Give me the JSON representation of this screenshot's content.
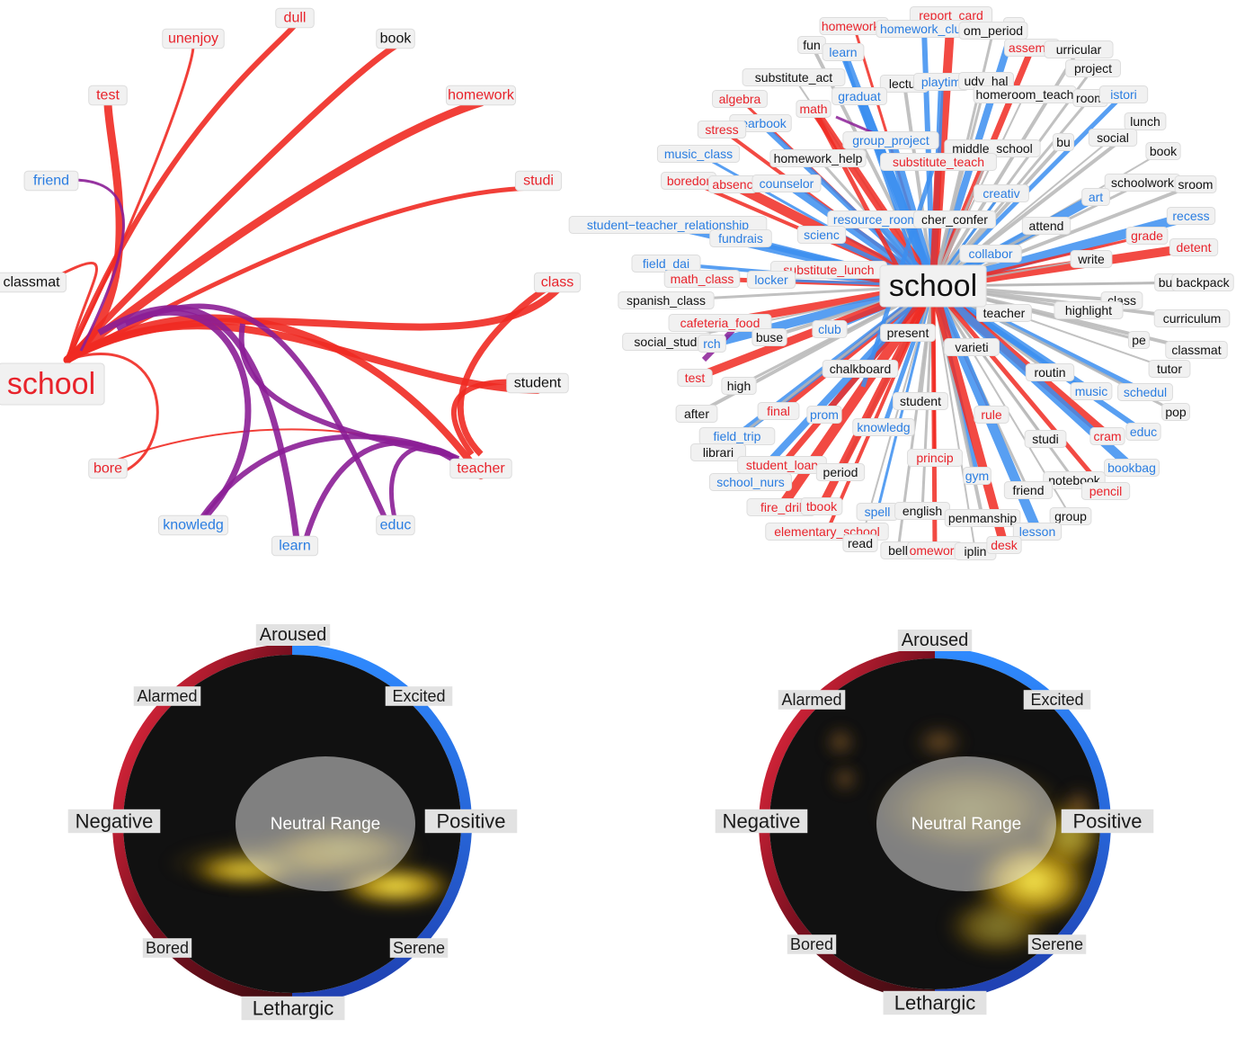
{
  "colors": {
    "negative": "#e8232b",
    "positive": "#2a7de1",
    "neutral": "#111111",
    "mixed": "#8b1e96",
    "edge_red": "#f02a22",
    "edge_blue": "#3b8ef0",
    "edge_gray": "#b6b6b6"
  },
  "arc_graph": {
    "center": {
      "text": "school",
      "sent": "neg"
    },
    "nodes": [
      {
        "text": "dull",
        "sent": "neg"
      },
      {
        "text": "unenjoy",
        "sent": "neg"
      },
      {
        "text": "book",
        "sent": "neu"
      },
      {
        "text": "test",
        "sent": "neg"
      },
      {
        "text": "homework",
        "sent": "neg"
      },
      {
        "text": "friend",
        "sent": "pos"
      },
      {
        "text": "studi",
        "sent": "neg"
      },
      {
        "text": "classmat",
        "sent": "neu"
      },
      {
        "text": "class",
        "sent": "neg"
      },
      {
        "text": "student",
        "sent": "neu"
      },
      {
        "text": "bore",
        "sent": "neg"
      },
      {
        "text": "teacher",
        "sent": "neg"
      },
      {
        "text": "knowledg",
        "sent": "pos"
      },
      {
        "text": "learn",
        "sent": "pos"
      },
      {
        "text": "educ",
        "sent": "pos"
      }
    ]
  },
  "radial_graph": {
    "center": {
      "text": "school"
    },
    "nodes": [
      {
        "text": "homework_",
        "sent": "neg"
      },
      {
        "text": "report_card",
        "sent": "neg"
      },
      {
        "text": "ol",
        "sent": "pos"
      },
      {
        "text": "homework_club",
        "sent": "pos"
      },
      {
        "text": "om_period",
        "sent": "neu"
      },
      {
        "text": "fun",
        "sent": "neu"
      },
      {
        "text": "learn",
        "sent": "pos"
      },
      {
        "text": "assembl",
        "sent": "neg"
      },
      {
        "text": "urricular",
        "sent": "neu"
      },
      {
        "text": "substitute_act",
        "sent": "neu"
      },
      {
        "text": "project",
        "sent": "neu"
      },
      {
        "text": "lectur",
        "sent": "neu"
      },
      {
        "text": "playtim",
        "sent": "pos"
      },
      {
        "text": "udy_hal",
        "sent": "neu"
      },
      {
        "text": "graduat",
        "sent": "pos"
      },
      {
        "text": "homeroom_teach",
        "sent": "neu"
      },
      {
        "text": "room",
        "sent": "neu"
      },
      {
        "text": "istori",
        "sent": "pos"
      },
      {
        "text": "algebra",
        "sent": "neg"
      },
      {
        "text": "math",
        "sent": "neg"
      },
      {
        "text": "lunch",
        "sent": "neu"
      },
      {
        "text": "yearbook",
        "sent": "pos"
      },
      {
        "text": "stress",
        "sent": "neg"
      },
      {
        "text": "group_project",
        "sent": "pos"
      },
      {
        "text": "social",
        "sent": "neu"
      },
      {
        "text": "middle_school",
        "sent": "neu"
      },
      {
        "text": "bu",
        "sent": "neu"
      },
      {
        "text": "music_class",
        "sent": "pos"
      },
      {
        "text": "homework_help",
        "sent": "neu"
      },
      {
        "text": "substitute_teach",
        "sent": "neg"
      },
      {
        "text": "book",
        "sent": "neu"
      },
      {
        "text": "boredor",
        "sent": "neg"
      },
      {
        "text": "absenc",
        "sent": "neg"
      },
      {
        "text": "counselor",
        "sent": "pos"
      },
      {
        "text": "schoolwork",
        "sent": "neu"
      },
      {
        "text": "sroom",
        "sent": "neu"
      },
      {
        "text": "creativ",
        "sent": "pos"
      },
      {
        "text": "art",
        "sent": "pos"
      },
      {
        "text": "resource_room",
        "sent": "pos"
      },
      {
        "text": "cher_confer",
        "sent": "neu"
      },
      {
        "text": "attend",
        "sent": "neu"
      },
      {
        "text": "recess",
        "sent": "pos"
      },
      {
        "text": "student−teacher_relationship",
        "sent": "pos"
      },
      {
        "text": "fundrais",
        "sent": "pos"
      },
      {
        "text": "scienc",
        "sent": "pos"
      },
      {
        "text": "grade",
        "sent": "neg"
      },
      {
        "text": "detent",
        "sent": "neg"
      },
      {
        "text": "collabor",
        "sent": "pos"
      },
      {
        "text": "write",
        "sent": "neu"
      },
      {
        "text": "field_dai",
        "sent": "pos"
      },
      {
        "text": "substitute_lunch",
        "sent": "neg"
      },
      {
        "text": "bus",
        "sent": "neu"
      },
      {
        "text": "backpack",
        "sent": "neu"
      },
      {
        "text": "math_class",
        "sent": "neg"
      },
      {
        "text": "locker",
        "sent": "pos"
      },
      {
        "text": "spanish_class",
        "sent": "neu"
      },
      {
        "text": "class",
        "sent": "neu"
      },
      {
        "text": "teacher",
        "sent": "neu"
      },
      {
        "text": "highlight",
        "sent": "neu"
      },
      {
        "text": "curriculum",
        "sent": "neu"
      },
      {
        "text": "cafeteria_food",
        "sent": "neg"
      },
      {
        "text": "club",
        "sent": "pos"
      },
      {
        "text": "present",
        "sent": "neu"
      },
      {
        "text": "social_studi",
        "sent": "neu"
      },
      {
        "text": "rch",
        "sent": "pos"
      },
      {
        "text": "buse",
        "sent": "neu"
      },
      {
        "text": "varieti",
        "sent": "neu"
      },
      {
        "text": "pe",
        "sent": "neu"
      },
      {
        "text": "classmat",
        "sent": "neu"
      },
      {
        "text": "test",
        "sent": "neg"
      },
      {
        "text": "chalkboard",
        "sent": "neu"
      },
      {
        "text": "routin",
        "sent": "neu"
      },
      {
        "text": "tutor",
        "sent": "neu"
      },
      {
        "text": "high",
        "sent": "neu"
      },
      {
        "text": "music",
        "sent": "pos"
      },
      {
        "text": "schedul",
        "sent": "pos"
      },
      {
        "text": "student",
        "sent": "neu"
      },
      {
        "text": "after",
        "sent": "neu"
      },
      {
        "text": "final",
        "sent": "neg"
      },
      {
        "text": "prom",
        "sent": "pos"
      },
      {
        "text": "knowledg",
        "sent": "pos"
      },
      {
        "text": "rule",
        "sent": "neg"
      },
      {
        "text": "pop",
        "sent": "neu"
      },
      {
        "text": "field_trip",
        "sent": "pos"
      },
      {
        "text": "educ",
        "sent": "pos"
      },
      {
        "text": "librari",
        "sent": "neu"
      },
      {
        "text": "cram",
        "sent": "neg"
      },
      {
        "text": "studi",
        "sent": "neu"
      },
      {
        "text": "student_loan",
        "sent": "neg"
      },
      {
        "text": "period",
        "sent": "neu"
      },
      {
        "text": "princip",
        "sent": "neg"
      },
      {
        "text": "bookbag",
        "sent": "pos"
      },
      {
        "text": "school_nurs",
        "sent": "pos"
      },
      {
        "text": "gym",
        "sent": "pos"
      },
      {
        "text": "notebook",
        "sent": "neu"
      },
      {
        "text": "fire_dril",
        "sent": "neg"
      },
      {
        "text": "tbook",
        "sent": "neg"
      },
      {
        "text": "friend",
        "sent": "neu"
      },
      {
        "text": "pencil",
        "sent": "neg"
      },
      {
        "text": "spell",
        "sent": "pos"
      },
      {
        "text": "english",
        "sent": "neu"
      },
      {
        "text": "penmanship",
        "sent": "neu"
      },
      {
        "text": "group",
        "sent": "neu"
      },
      {
        "text": "elementary_school",
        "sent": "neg"
      },
      {
        "text": "lesson",
        "sent": "pos"
      },
      {
        "text": "read",
        "sent": "neu"
      },
      {
        "text": "bell",
        "sent": "neu"
      },
      {
        "text": "omework",
        "sent": "neg"
      },
      {
        "text": "iplin",
        "sent": "neu"
      },
      {
        "text": "desk",
        "sent": "neg"
      }
    ]
  },
  "emotion_wheels": [
    {
      "labels": {
        "top": "Aroused",
        "top_left": "Alarmed",
        "top_right": "Excited",
        "left": "Negative",
        "right": "Positive",
        "bottom_left": "Bored",
        "bottom_right": "Serene",
        "bottom": "Lethargic"
      },
      "center_label": "Neutral Range"
    },
    {
      "labels": {
        "top": "Aroused",
        "top_left": "Alarmed",
        "top_right": "Excited",
        "left": "Negative",
        "right": "Positive",
        "bottom_left": "Bored",
        "bottom_right": "Serene",
        "bottom": "Lethargic"
      },
      "center_label": "Neutral Range"
    }
  ]
}
